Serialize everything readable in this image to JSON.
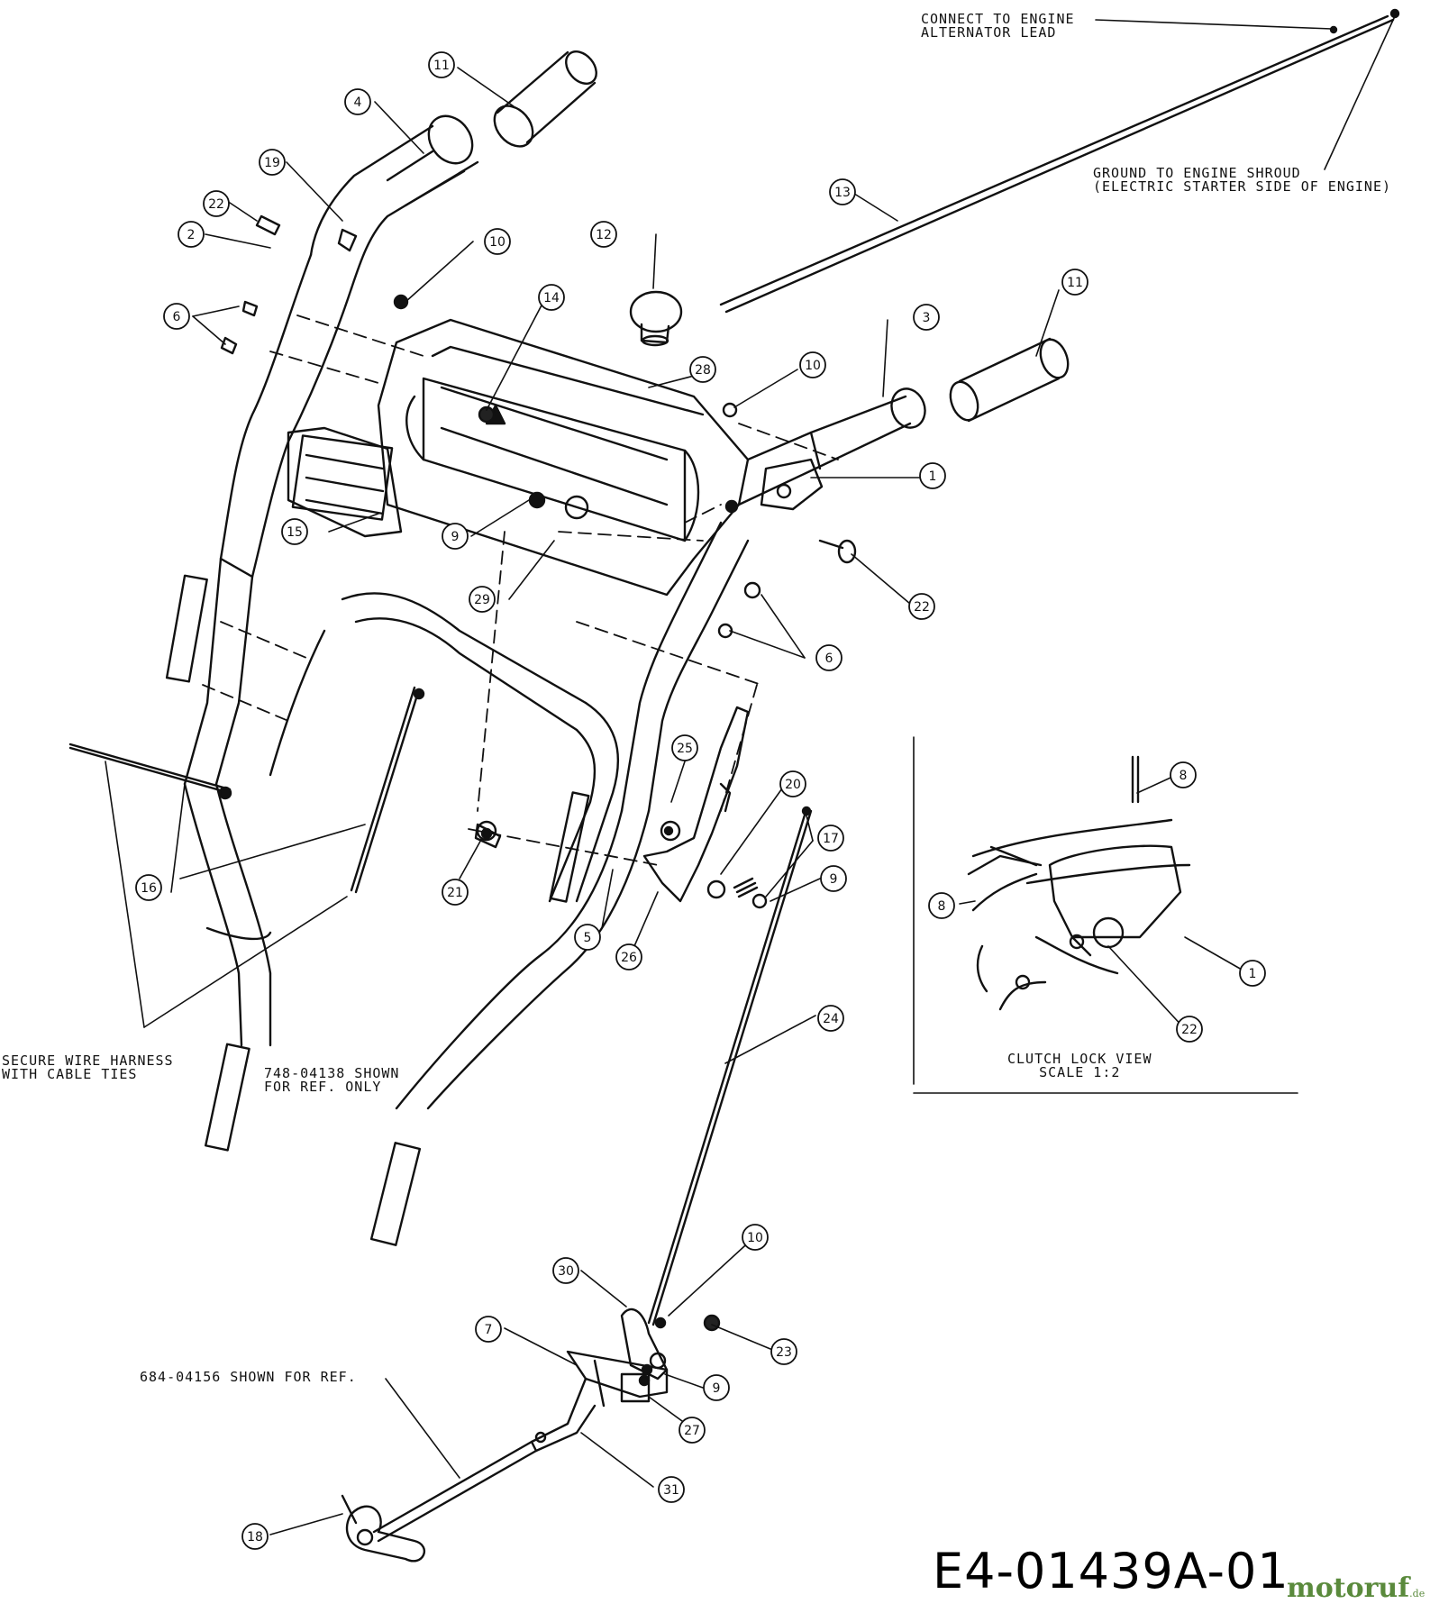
{
  "drawing": {
    "part_code": "E4-01439A-01",
    "watermark": "motoruf",
    "watermark_suffix": ".de"
  },
  "notes": {
    "alternator": "CONNECT TO ENGINE\nALTERNATOR LEAD",
    "ground": "GROUND TO ENGINE SHROUD\n(ELECTRIC STARTER SIDE OF ENGINE)",
    "harness": "SECURE WIRE HARNESS\nWITH CABLE TIES",
    "ref_748": "748-04138 SHOWN\nFOR REF. ONLY",
    "ref_684": "684-04156 SHOWN FOR REF.",
    "clutch_view": "CLUTCH LOCK VIEW\nSCALE 1:2"
  },
  "callouts": [
    "11",
    "4",
    "19",
    "22",
    "2",
    "10",
    "6",
    "14",
    "12",
    "28",
    "10",
    "3",
    "11",
    "1",
    "15",
    "9",
    "29",
    "22",
    "6",
    "25",
    "20",
    "17",
    "9",
    "16",
    "21",
    "5",
    "26",
    "24",
    "8",
    "8",
    "1",
    "22",
    "10",
    "30",
    "7",
    "23",
    "9",
    "27",
    "31",
    "18",
    "13"
  ]
}
